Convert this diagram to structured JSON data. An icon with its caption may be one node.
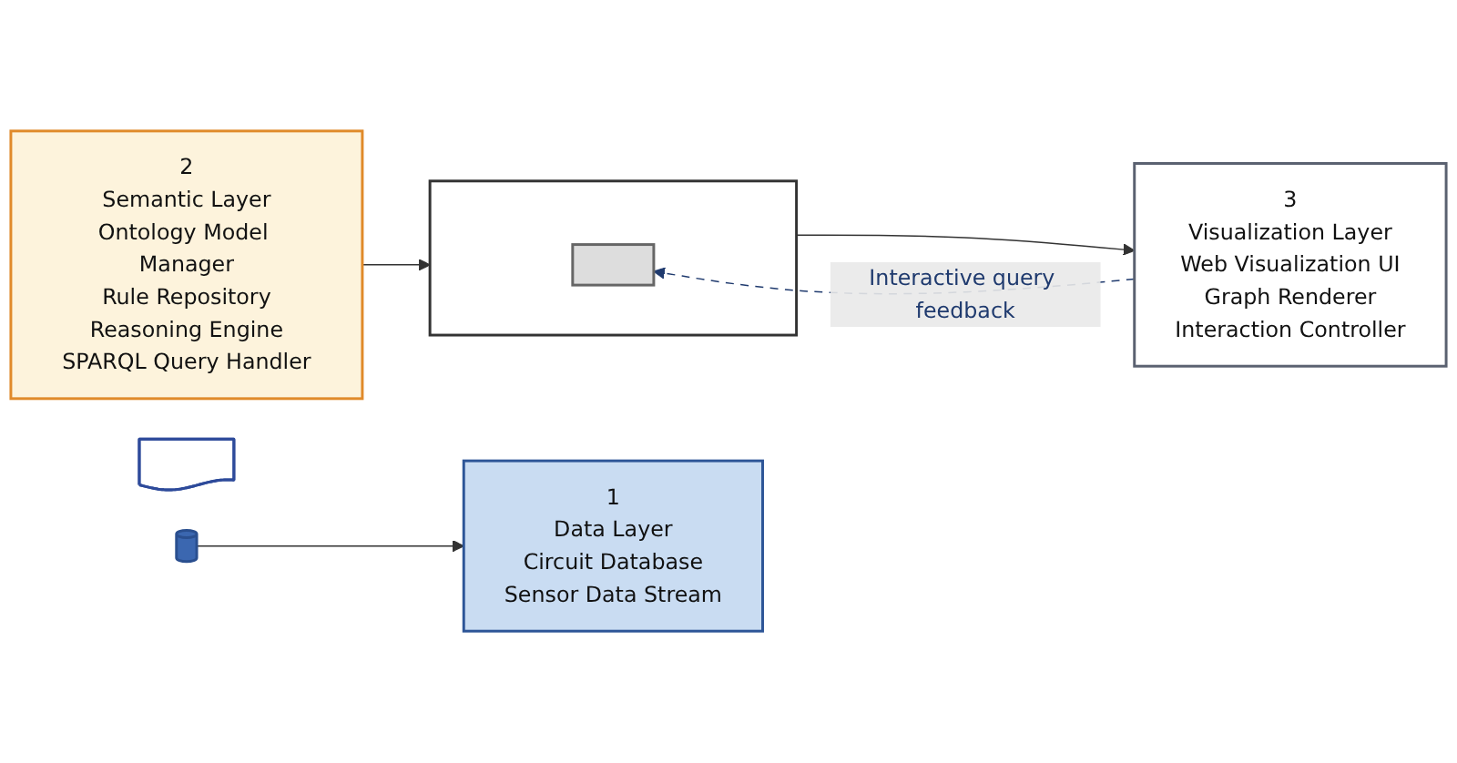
{
  "diagram": {
    "nodes": [
      {
        "text": [],
        "shape": "cylinder"
      },
      {
        "text": [],
        "shape": "document"
      },
      {
        "text": [
          "1",
          "Data Layer",
          "Circuit Database",
          "Sensor Data Stream"
        ]
      },
      {
        "text": [
          "2",
          "Semantic Layer",
          "Ontology Model Manager",
          "Rule Repository",
          "Reasoning Engine",
          "SPARQL Query Handler"
        ]
      },
      {
        "text": [],
        "shape": "box"
      },
      {
        "text": [],
        "shape": "monitor",
        "in": 4
      },
      {
        "text": [
          "3",
          "Visualization Layer",
          "Web Visualization UI",
          "Graph Renderer",
          "Interaction Controller"
        ]
      }
    ],
    "edges": [
      {
        "from": 0,
        "to": 2,
        "arrow": "to"
      },
      {
        "from": 3,
        "to": 4,
        "arrow": "to"
      },
      {
        "from": 4,
        "to": 6,
        "arrow": "to"
      },
      {
        "from": 6,
        "to": 5,
        "arrow": "to",
        "label": "Interactive query feedback",
        "style": "dashed",
        "color": "#1f3a6e"
      }
    ]
  }
}
